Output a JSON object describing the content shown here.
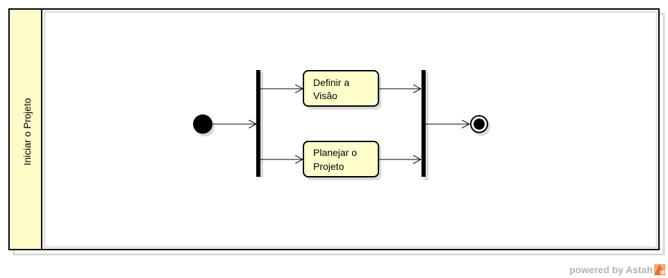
{
  "swimlane": {
    "label": "Iniciar o Projeto"
  },
  "activities": [
    {
      "id": "definir",
      "lines": [
        "Definir a",
        "Visão"
      ]
    },
    {
      "id": "planejar",
      "lines": [
        "Planejar o",
        "Projeto"
      ]
    }
  ],
  "nodes": {
    "initial": "initial-node",
    "fork": "fork-bar",
    "join": "join-bar",
    "final": "final-node"
  },
  "colors": {
    "lane_header": "#fffcc8",
    "activity_fill": "#ffffcc",
    "shadow": "#d9d9d9",
    "stroke": "#000000"
  },
  "watermark": {
    "text": "powered by Astah"
  }
}
